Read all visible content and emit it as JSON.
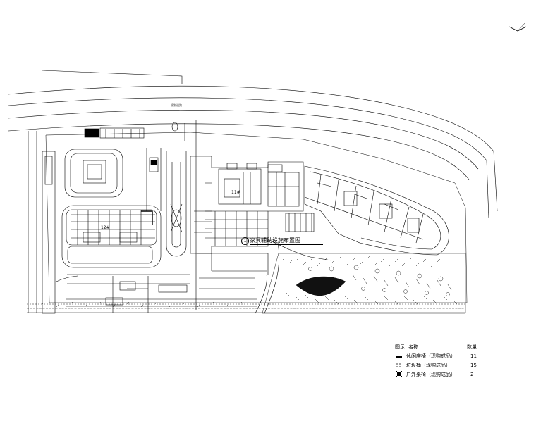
{
  "plan": {
    "building_labels": [
      "11#",
      "12#"
    ],
    "road_label": "规划道路",
    "title_number": "1",
    "title": "家具辅助设施布置图"
  },
  "legend": {
    "header": {
      "symbol": "图示",
      "name": "名称",
      "quantity": "数量"
    },
    "items": [
      {
        "icon": "bench-bar-icon",
        "name": "休闲座椅（现购成品）",
        "quantity": "11"
      },
      {
        "icon": "trash-bin-icon",
        "name": "垃圾桶（现购成品）",
        "quantity": "15"
      },
      {
        "icon": "table-chairs-icon",
        "name": "户外桌椅（现购成品）",
        "quantity": "2"
      }
    ]
  },
  "colors": {
    "ink": "#000000",
    "paper": "#ffffff"
  }
}
